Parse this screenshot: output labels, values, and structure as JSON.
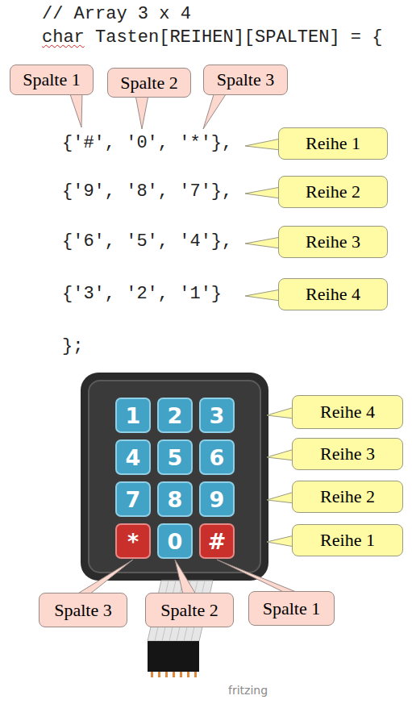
{
  "diagram": {
    "nodes": [
      {
        "text": [
          "Spalte 1"
        ]
      },
      {
        "text": [
          "Spalte 2"
        ]
      },
      {
        "text": [
          "Spalte 3"
        ]
      },
      {
        "text": [
          "Reihe 1"
        ]
      },
      {
        "text": [
          "Reihe 2"
        ]
      },
      {
        "text": [
          "Reihe 3"
        ]
      },
      {
        "text": [
          "Reihe 4"
        ]
      },
      {
        "text": [
          "1"
        ]
      },
      {
        "text": [
          "2"
        ]
      },
      {
        "text": [
          "3"
        ]
      },
      {
        "text": [
          "4"
        ]
      },
      {
        "text": [
          "5"
        ]
      },
      {
        "text": [
          "6"
        ]
      },
      {
        "text": [
          "7"
        ]
      },
      {
        "text": [
          "8"
        ]
      },
      {
        "text": [
          "9"
        ]
      },
      {
        "text": [
          "*"
        ]
      },
      {
        "text": [
          "0"
        ]
      },
      {
        "text": [
          "#"
        ]
      },
      {
        "text": [
          "Reihe 4"
        ]
      },
      {
        "text": [
          "Reihe 3"
        ]
      },
      {
        "text": [
          "Reihe 2"
        ]
      },
      {
        "text": [
          "Reihe 1"
        ]
      },
      {
        "text": [
          "Spalte 3"
        ]
      },
      {
        "text": [
          "Spalte 2"
        ]
      },
      {
        "text": [
          "Spalte 1"
        ]
      }
    ],
    "edges": [
      {
        "from": 23,
        "to": 16,
        "arrow": "none"
      },
      {
        "from": 24,
        "to": 17,
        "arrow": "none"
      },
      {
        "from": 25,
        "to": 18,
        "arrow": "none"
      }
    ],
    "labels": [
      "// Array 3 x 4",
      "char",
      "Tasten[REIHEN][SPALTEN] = {",
      "{'#', '0', '*'},",
      "{'9', '8', '7'},",
      "{'6', '5', '4'},",
      "{'3', '2', '1'}",
      "};",
      "fritzing"
    ]
  }
}
